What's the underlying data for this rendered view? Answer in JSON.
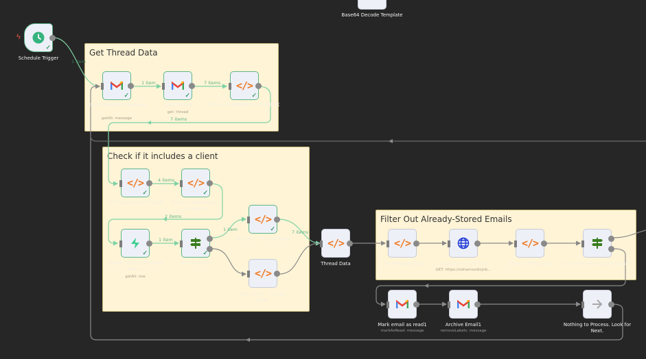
{
  "canvas": {
    "background": "#262626",
    "accent_success": "#5cb587",
    "sticky_color": "#fff4d6"
  },
  "stickies": [
    {
      "id": "get-thread-data",
      "title": "Get Thread Data"
    },
    {
      "id": "check-client",
      "title": "Check if it includes a client"
    },
    {
      "id": "filter-stored",
      "title": "Filter Out Already-Stored Emails"
    }
  ],
  "nodes": {
    "base64": {
      "label": "Base64 Decode Template",
      "icon": "code-icon"
    },
    "schedule": {
      "label": "Schedule Trigger",
      "icon": "clock-icon",
      "status": "success"
    },
    "load_simplified": {
      "label": "Load Simplified Message",
      "sub": "getAll: message",
      "icon": "gmail-icon",
      "status": "success"
    },
    "load_thread": {
      "label": "Load Thread",
      "sub": "get: thread",
      "icon": "gmail-icon",
      "status": "success"
    },
    "filter_unread": {
      "label": "Filter out UNREAD and INBOX",
      "icon": "code-icon",
      "status": "success"
    },
    "get_stakeholder": {
      "label": "Get Stakeholder Emails",
      "icon": "code-icon",
      "status": "success"
    },
    "extract_domains": {
      "label": "Extract Stakeholder Domains",
      "icon": "code-icon",
      "status": "success"
    },
    "check_domain": {
      "label": "Check if Client Domain Match",
      "sub": "getAll: row",
      "icon": "supabase-icon",
      "status": "success"
    },
    "is_client": {
      "label": "Is it a client?",
      "icon": "switch-icon",
      "status": "success"
    },
    "is_client_thread": {
      "label": "Is Client - Thread Data",
      "icon": "code-icon",
      "status": "success"
    },
    "not_client_thread": {
      "label": "Not Client - Thread Data",
      "icon": "code-icon"
    },
    "thread_data": {
      "label": "Thread Data",
      "icon": "code-icon"
    },
    "get_message_ids": {
      "label": "Get Message IDs",
      "icon": "code-icon"
    },
    "supabase_get_ids": {
      "label": "Supabase - Get IDs",
      "sub": "GET: https://ooharnsxdicjnb...",
      "icon": "globe-icon"
    },
    "emails_to_process": {
      "label": "Emails To Process",
      "icon": "code-icon"
    },
    "are_there_emails": {
      "label": "Are there emails to process?",
      "icon": "switch-icon"
    },
    "mark_read": {
      "label": "Mark email as read1",
      "sub": "markAsRead: message",
      "icon": "gmail-icon"
    },
    "archive": {
      "label": "Archive Email1",
      "sub": "removeLabels: message",
      "icon": "gmail-icon"
    },
    "nothing": {
      "label": "Nothing to Process. Look for Next.",
      "icon": "arrow-right-icon"
    }
  },
  "edges": {
    "trigger_to_load": "1 item",
    "load_to_thread": "1 item",
    "thread_to_filter": "7 items",
    "filter_to_stakeholder": "7 items",
    "stakeholder_to_extract": "4 items",
    "extract_to_check": "2 items",
    "check_to_switch": "1 item",
    "switch_to_isclient": "1 item",
    "isclient_to_thread": "7 items"
  }
}
